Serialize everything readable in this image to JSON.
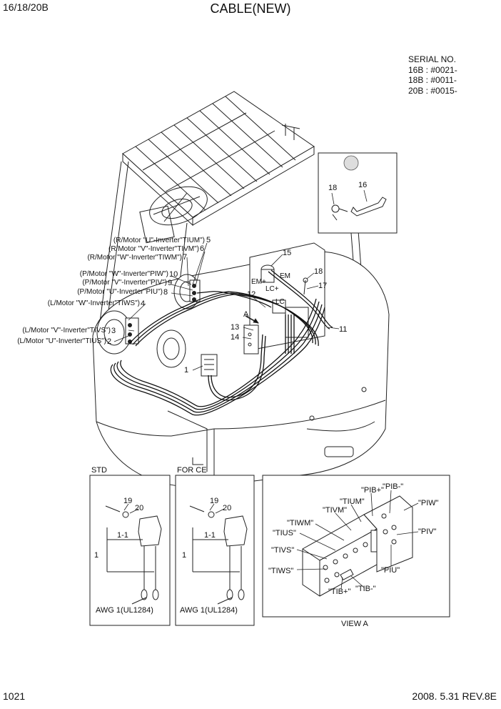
{
  "header": {
    "model": "16/18/20B",
    "title": "CABLE(NEW)"
  },
  "serial": {
    "heading": "SERIAL NO.",
    "lines": [
      "16B : #0021-",
      "18B : #0011-",
      "20B : #0015-"
    ]
  },
  "callouts": {
    "n1": "1",
    "n2": "2",
    "n3": "3",
    "n4": "4",
    "n5": "5",
    "n6": "6",
    "n7": "7",
    "n8": "8",
    "n9": "9",
    "n10": "10",
    "n11": "11",
    "n12": "12",
    "n13": "13",
    "n14": "14",
    "n15": "15",
    "n16": "16",
    "n17": "17",
    "n18": "18",
    "view_a_marker": "A"
  },
  "cable_labels": {
    "tium": "(R/Motor \"U\"-Inverter\"TIUM\")",
    "tivm": "(R/Motor \"V\"-Inverter\"TIVM\")",
    "tiwm": "(R/Motor \"W\"-Inverter\"TIWM\")",
    "piw": "(P/Motor \"W\"-Inverter\"PIW\")",
    "piv": "(P/Motor \"V\"-Inverter\"PIV\")",
    "piu": "(P/Motor \"U\"-Inverter\"PIU\")",
    "tiws": "(L/Motor \"W\"-Inverter\"TIWS\")",
    "tivs": "(L/Motor \"V\"-Inverter\"TIVS\")",
    "tius": "(L/Motor \"U\"-Inverter\"TIUS\")"
  },
  "terminal_labels": {
    "em_plus": "EM+",
    "em": "EM",
    "lc_plus": "LC+",
    "lc": "LC"
  },
  "std_box": {
    "caption": "STD",
    "n19": "19",
    "n20": "20",
    "n1_1": "1-1",
    "n1": "1",
    "awg": "AWG 1(UL1284)"
  },
  "ce_box": {
    "caption": "FOR CE",
    "n19": "19",
    "n20": "20",
    "n1_1": "1-1",
    "n1": "1",
    "awg": "AWG 1(UL1284)"
  },
  "view_a": {
    "caption": "VIEW A",
    "labels": {
      "pib_plus": "\"PIB+\"",
      "pib_minus": "\"PIB-\"",
      "tium": "\"TIUM\"",
      "tivm": "\"TIVM\"",
      "tiwm": "\"TIWM\"",
      "tius": "\"TIUS\"",
      "tivs": "\"TIVS\"",
      "tiws": "\"TIWS\"",
      "tib_plus": "\"TIB+\"",
      "tib_minus": "\"TIB-\"",
      "piw": "\"PIW\"",
      "piv": "\"PIV\"",
      "piu": "\"PIU\""
    }
  },
  "footer": {
    "page": "1021",
    "date_rev": "2008. 5.31  REV.8E"
  }
}
